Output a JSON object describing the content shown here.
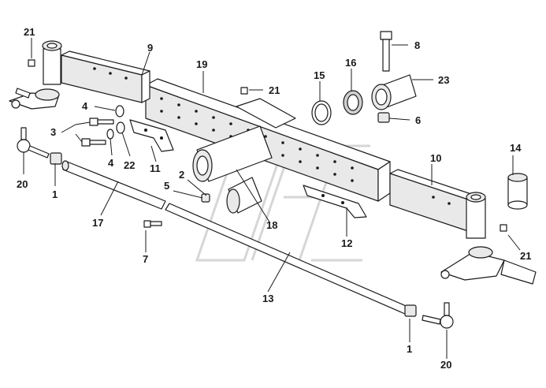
{
  "diagram": {
    "callouts": [
      {
        "id": "21a",
        "text": "21"
      },
      {
        "id": "9",
        "text": "9"
      },
      {
        "id": "19",
        "text": "19"
      },
      {
        "id": "21b",
        "text": "21"
      },
      {
        "id": "8",
        "text": "8"
      },
      {
        "id": "15",
        "text": "15"
      },
      {
        "id": "16",
        "text": "16"
      },
      {
        "id": "23",
        "text": "23"
      },
      {
        "id": "4a",
        "text": "4"
      },
      {
        "id": "6",
        "text": "6"
      },
      {
        "id": "3",
        "text": "3"
      },
      {
        "id": "4b",
        "text": "4"
      },
      {
        "id": "22",
        "text": "22"
      },
      {
        "id": "11",
        "text": "11"
      },
      {
        "id": "10",
        "text": "10"
      },
      {
        "id": "14",
        "text": "14"
      },
      {
        "id": "2",
        "text": "2"
      },
      {
        "id": "5",
        "text": "5"
      },
      {
        "id": "20a",
        "text": "20"
      },
      {
        "id": "1a",
        "text": "1"
      },
      {
        "id": "17",
        "text": "17"
      },
      {
        "id": "18",
        "text": "18"
      },
      {
        "id": "12",
        "text": "12"
      },
      {
        "id": "7",
        "text": "7"
      },
      {
        "id": "21c",
        "text": "21"
      },
      {
        "id": "13",
        "text": "13"
      },
      {
        "id": "1b",
        "text": "1"
      },
      {
        "id": "20b",
        "text": "20"
      }
    ]
  },
  "colors": {
    "line": "#1a1a1a",
    "fill": "#ffffff",
    "shade": "#e9e9e9",
    "watermark": "#d6d6d6"
  }
}
